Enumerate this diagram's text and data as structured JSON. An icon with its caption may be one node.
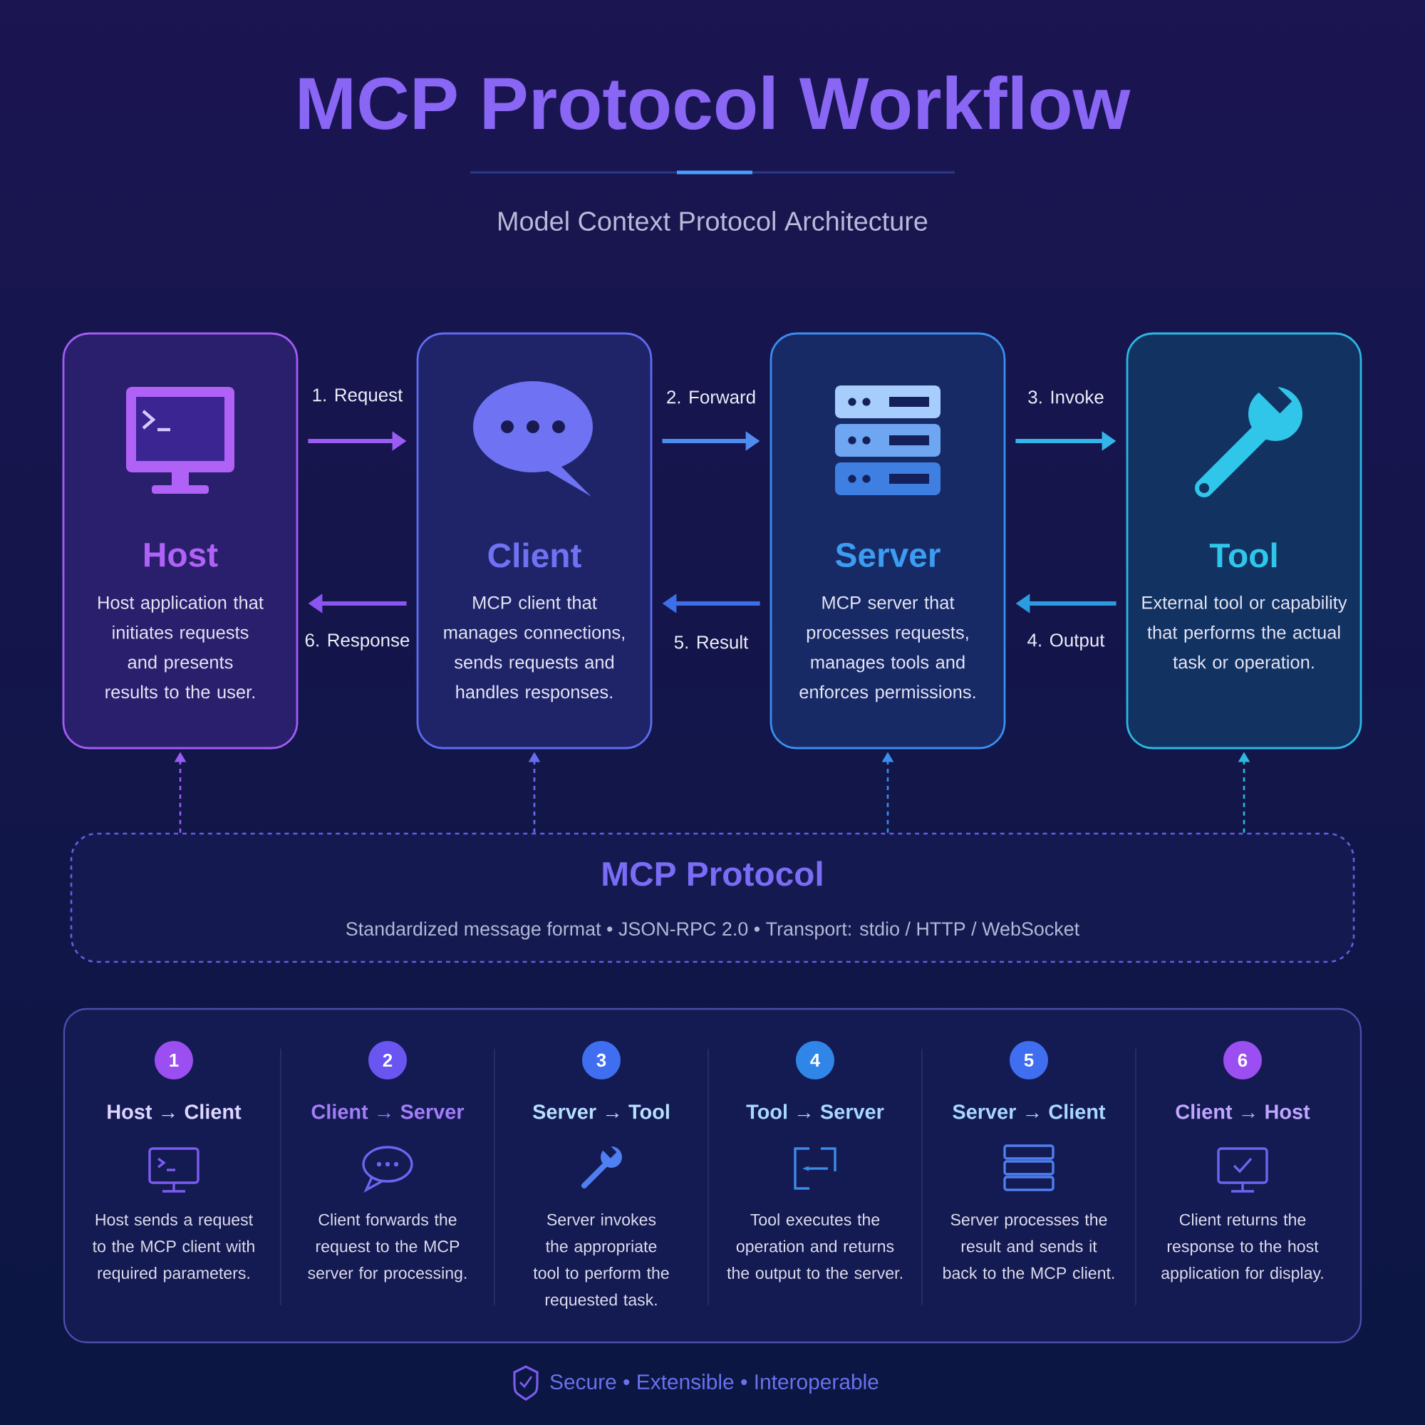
{
  "diagram": {
    "title": "MCP Protocol Workflow",
    "nodes": [
      {
        "text": [
          "Host",
          "Host application that initiates requests and presents results to the user."
        ]
      },
      {
        "text": [
          "Client",
          "MCP client that manages connections, sends requests and handles responses."
        ]
      },
      {
        "text": [
          "Server",
          "MCP server that processes requests, manages tools and enforces permissions."
        ]
      },
      {
        "text": [
          "Tool",
          "External tool or capability that performs the actual task or operation."
        ]
      },
      {
        "text": [
          "MCP Protocol",
          "Standardized message format • JSON-RPC 2.0 • Transport: stdio / HTTP / WebSocket"
        ]
      }
    ],
    "edges": [
      {
        "from": 0,
        "to": 1,
        "arrow": "to",
        "label": "1. Request",
        "color": "#9b5cf5"
      },
      {
        "from": 1,
        "to": 2,
        "arrow": "to",
        "label": "2. Forward",
        "color": "#4f8cf0"
      },
      {
        "from": 2,
        "to": 3,
        "arrow": "to",
        "label": "3. Invoke",
        "color": "#33b5ea"
      },
      {
        "from": 3,
        "to": 2,
        "arrow": "to",
        "label": "4. Output",
        "color": "#2a9ce0"
      },
      {
        "from": 2,
        "to": 1,
        "arrow": "to",
        "label": "5. Result",
        "color": "#3d6fe8"
      },
      {
        "from": 1,
        "to": 0,
        "arrow": "to",
        "label": "6. Response",
        "color": "#8a55f0"
      },
      {
        "from": 4,
        "to": 0,
        "arrow": "to",
        "style": "dashed",
        "color": "#9b5cf5"
      },
      {
        "from": 4,
        "to": 1,
        "arrow": "to",
        "style": "dashed",
        "color": "#6a6cf0"
      },
      {
        "from": 4,
        "to": 2,
        "arrow": "to",
        "style": "dashed",
        "color": "#3a8ef0"
      },
      {
        "from": 4,
        "to": 3,
        "arrow": "to",
        "style": "dashed",
        "color": "#2cb8e0"
      }
    ],
    "labels": [
      "Model Context Protocol Architecture",
      "1",
      "Host → Client",
      "Host sends a request to the MCP client with required parameters.",
      "2",
      "Client → Server",
      "Client forwards the request to the MCP server for processing.",
      "3",
      "Server → Tool",
      "Server invokes the appropriate tool to perform the requested task.",
      "4",
      "Tool → Server",
      "Tool executes the operation and returns the output to the server.",
      "5",
      "Server → Client",
      "Server processes the result and sends it back to the MCP client.",
      "6",
      "Client → Host",
      "Client returns the response to the host application for display.",
      "Secure • Extensible • Interoperable"
    ]
  }
}
